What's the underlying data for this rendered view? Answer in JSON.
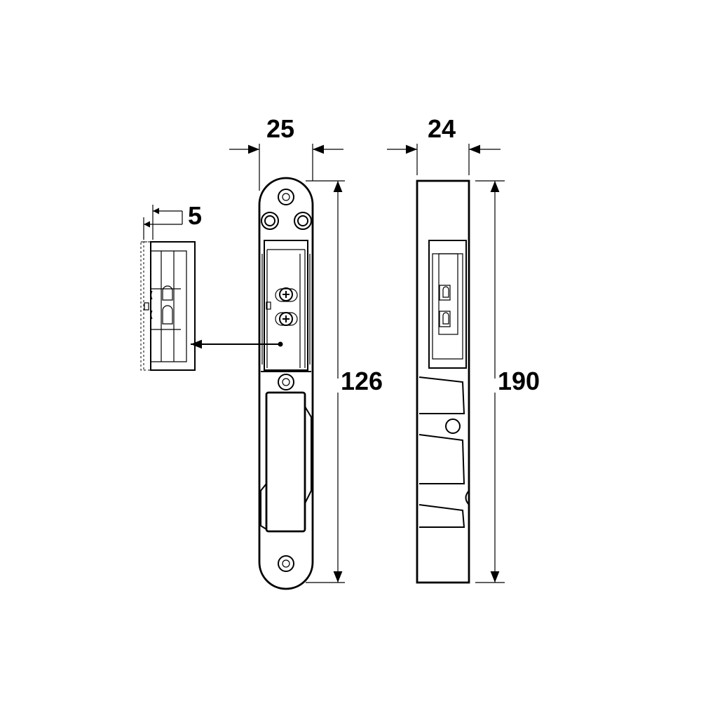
{
  "dimensions": {
    "strike_width": "25",
    "offset": "5",
    "length": "126",
    "side_width": "24",
    "total_length": "190"
  },
  "colors": {
    "line": "#000000",
    "background": "#ffffff"
  }
}
